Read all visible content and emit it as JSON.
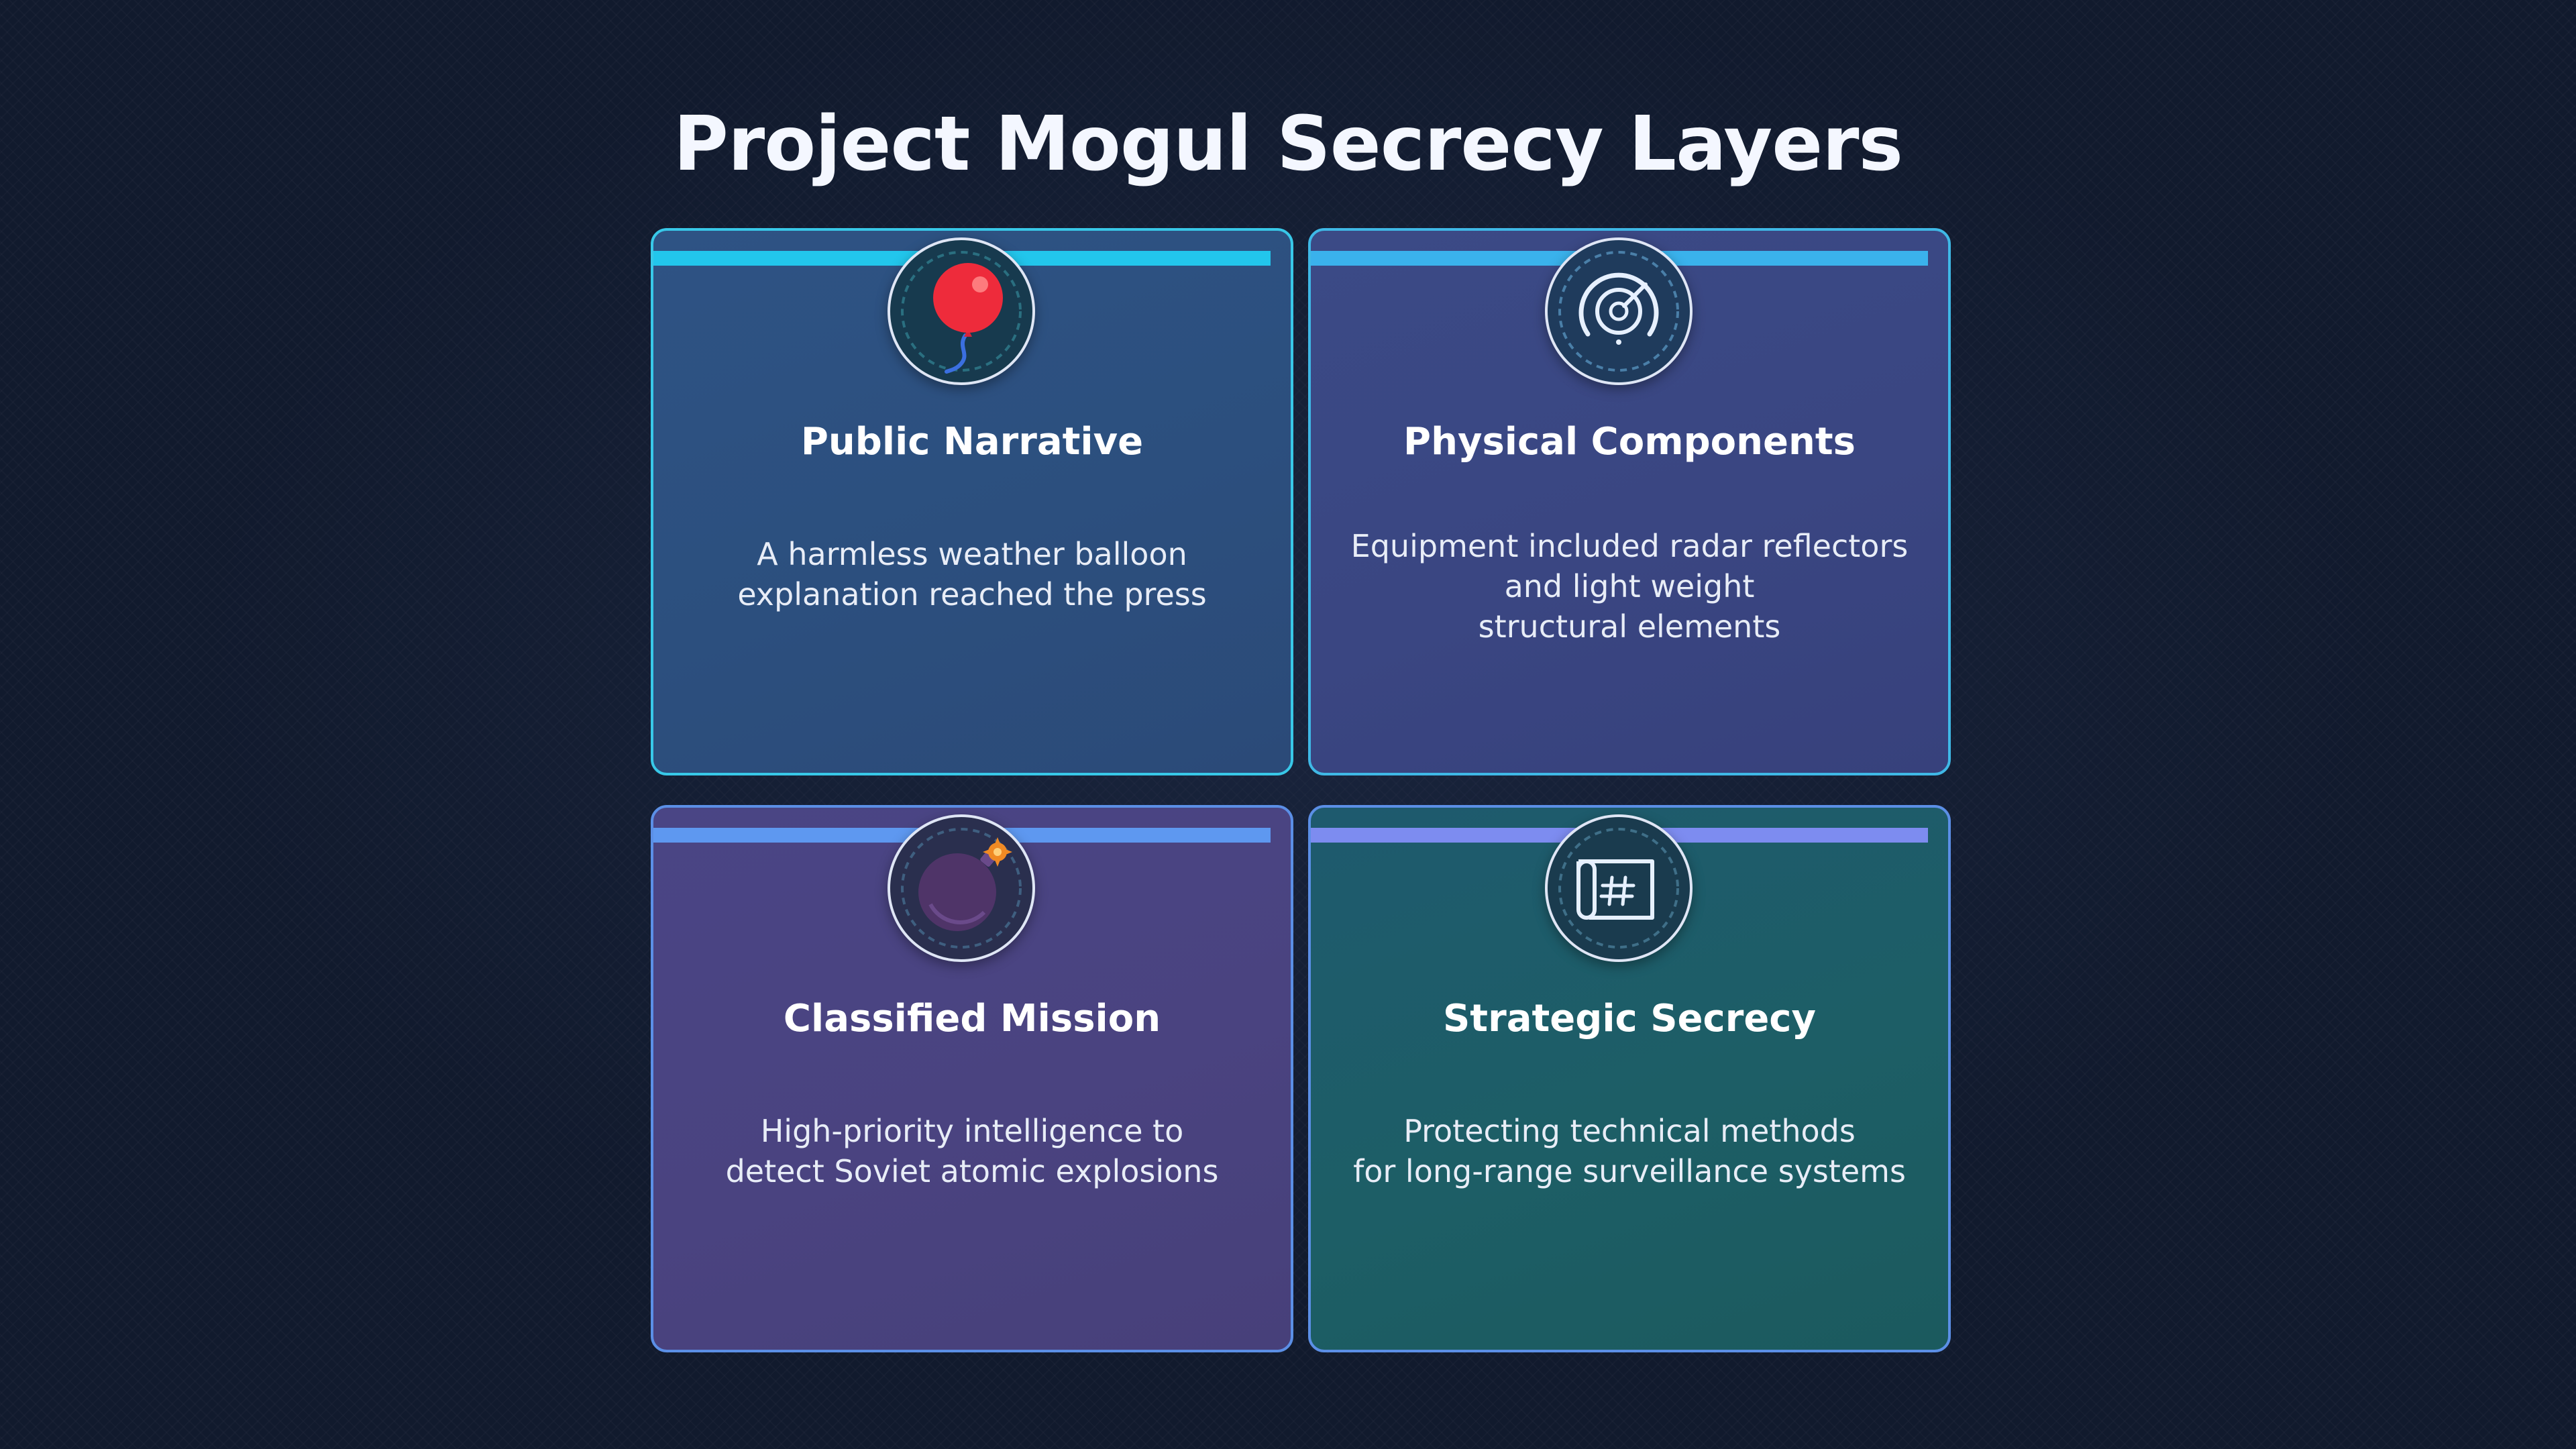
{
  "title": "Project Mogul Secrecy Layers",
  "cards": [
    {
      "title": "Public Narrative",
      "description": "A harmless weather balloon\nexplanation reached the press",
      "icon": "balloon-icon",
      "accent": "#22c6ec"
    },
    {
      "title": "Physical Components",
      "description": "Equipment included radar reflectors\nand light weight\nstructural elements",
      "icon": "radar-icon",
      "accent": "#3ab2ec"
    },
    {
      "title": "Classified Mission",
      "description": "High-priority intelligence to\ndetect Soviet atomic explosions",
      "icon": "bomb-icon",
      "accent": "#5e98f0"
    },
    {
      "title": "Strategic Secrecy",
      "description": "Protecting technical methods\nfor long-range surveillance systems",
      "icon": "blueprint-icon",
      "accent": "#7d8cf0"
    }
  ]
}
